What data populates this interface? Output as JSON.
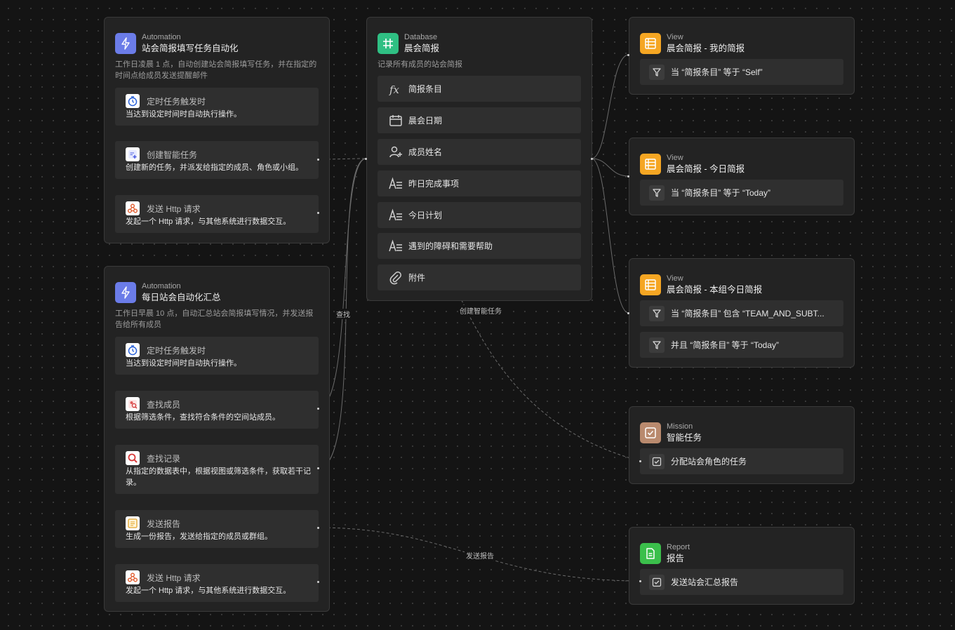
{
  "automations": [
    {
      "type": "Automation",
      "title": "站会简报填写任务自动化",
      "description": "工作日凌晨 1 点，自动创建站会简报填写任务，并在指定的时间点给成员发送提醒邮件",
      "actions": [
        {
          "icon": "timer-icon",
          "title": "定时任务触发时",
          "desc": "当达到设定时间时自动执行操作。"
        },
        {
          "icon": "create-task-icon",
          "title": "创建智能任务",
          "desc": "创建新的任务，并派发给指定的成员、角色或小组。"
        },
        {
          "icon": "webhook-icon",
          "title": "发送 Http 请求",
          "desc": "发起一个 Http 请求，与其他系统进行数据交互。"
        }
      ]
    },
    {
      "type": "Automation",
      "title": "每日站会自动化汇总",
      "description": "工作日早晨 10 点，自动汇总站会简报填写情况，并发送报告给所有成员",
      "actions": [
        {
          "icon": "timer-icon",
          "title": "定时任务触发时",
          "desc": "当达到设定时间时自动执行操作。"
        },
        {
          "icon": "find-member-icon",
          "title": "查找成员",
          "desc": "根据筛选条件，查找符合条件的空间站成员。"
        },
        {
          "icon": "search-record-icon",
          "title": "查找记录",
          "desc": "从指定的数据表中，根据视图或筛选条件，获取若干记录。"
        },
        {
          "icon": "report-icon",
          "title": "发送报告",
          "desc": "生成一份报告，发送给指定的成员或群组。"
        },
        {
          "icon": "webhook-icon",
          "title": "发送 Http 请求",
          "desc": "发起一个 Http 请求，与其他系统进行数据交互。"
        }
      ]
    }
  ],
  "database": {
    "type": "Database",
    "title": "晨会简报",
    "description": "记录所有成员的站会简报",
    "fields": [
      {
        "icon": "formula-icon",
        "label": "简报条目"
      },
      {
        "icon": "calendar-icon",
        "label": "晨会日期"
      },
      {
        "icon": "member-icon",
        "label": "成员姓名"
      },
      {
        "icon": "long-text-icon",
        "label": "昨日完成事项"
      },
      {
        "icon": "long-text-icon",
        "label": "今日计划"
      },
      {
        "icon": "long-text-icon",
        "label": "遇到的障碍和需要帮助"
      },
      {
        "icon": "attachment-icon",
        "label": "附件"
      }
    ]
  },
  "views": [
    {
      "type": "View",
      "title": "晨会简报 - 我的简报",
      "filters": [
        "当 “简报条目” 等于 “Self”"
      ]
    },
    {
      "type": "View",
      "title": "晨会简报 - 今日简报",
      "filters": [
        "当 “简报条目” 等于 “Today”"
      ]
    },
    {
      "type": "View",
      "title": "晨会简报 - 本组今日简报",
      "filters": [
        "当 “简报条目” 包含 “TEAM_AND_SUBT...",
        "并且 “简报条目” 等于 “Today”"
      ]
    }
  ],
  "mission": {
    "type": "Mission",
    "title": "智能任务",
    "item": "分配站会角色的任务"
  },
  "report": {
    "type": "Report",
    "title": "报告",
    "item": "发送站会汇总报告"
  },
  "edge_labels": {
    "find": "查找",
    "create_task": "创建智能任务",
    "send_report": "发送报告"
  },
  "colors": {
    "automation_badge": "#6b7ce8",
    "database_badge": "#2fbf83",
    "view_badge": "#f5a623",
    "mission_badge": "#b98a6e",
    "report_badge": "#3bbf4b",
    "canvas": "#141414",
    "card": "#232323"
  }
}
